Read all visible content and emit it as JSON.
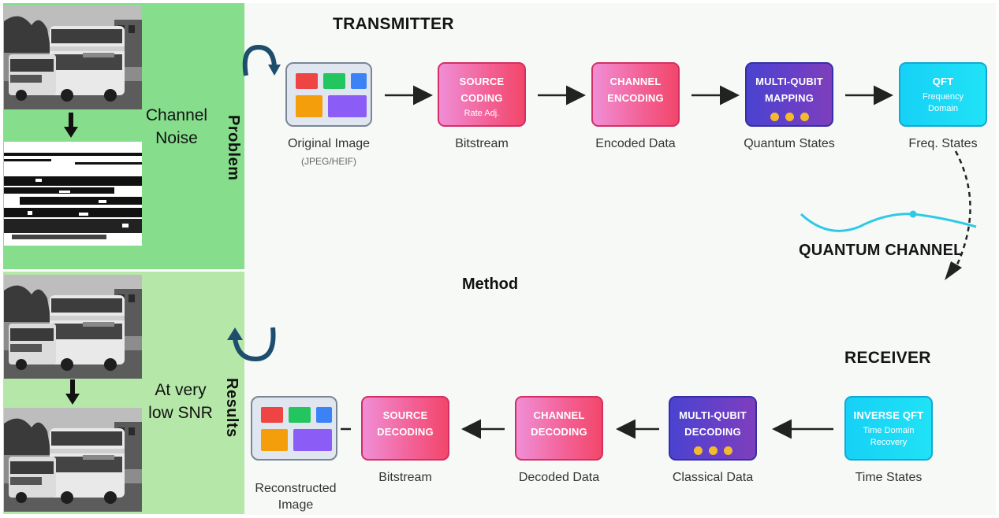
{
  "left_panel": {
    "problem": {
      "label": "Problem",
      "noise_label_line1": "Channel",
      "noise_label_line2": "Noise"
    },
    "results": {
      "label": "Results",
      "snr_label_line1": "At very",
      "snr_label_line2": "low SNR"
    }
  },
  "transmitter": {
    "title": "TRANSMITTER",
    "original_image": {
      "caption": "Original Image",
      "sub_caption": "(JPEG/HEIF)"
    },
    "source_coding": {
      "line1": "SOURCE",
      "line2": "CODING",
      "sub": "Rate Adj.",
      "caption": "Bitstream"
    },
    "channel_encoding": {
      "line1": "CHANNEL",
      "line2": "ENCODING",
      "caption": "Encoded Data"
    },
    "multi_qubit_mapping": {
      "line1": "MULTI-QUBIT",
      "line2": "MAPPING",
      "caption": "Quantum States"
    },
    "qft": {
      "line1": "QFT",
      "sub1": "Frequency",
      "sub2": "Domain",
      "caption": "Freq. States"
    }
  },
  "quantum_channel": {
    "title": "QUANTUM CHANNEL"
  },
  "method": {
    "title": "Method"
  },
  "receiver": {
    "title": "RECEIVER",
    "inverse_qft": {
      "line1": "INVERSE QFT",
      "sub1": "Time Domain",
      "sub2": "Recovery",
      "caption": "Time States"
    },
    "multi_qubit_decoding": {
      "line1": "MULTI-QUBIT",
      "line2": "DECODING",
      "caption": "Classical Data"
    },
    "channel_decoding": {
      "line1": "CHANNEL",
      "line2": "DECODING",
      "caption": "Decoded Data"
    },
    "source_decoding": {
      "line1": "SOURCE",
      "line2": "DECODING",
      "caption": "Bitstream"
    },
    "reconstructed_image": {
      "caption_line1": "Reconstructed",
      "caption_line2": "Image"
    }
  },
  "colors": {
    "problem_bg": "#86de8d",
    "results_bg": "#b5e8a8",
    "pink_block": "#f35f93",
    "purple_block": "#5a41cc",
    "cyan_block": "#1fd8f5",
    "qubit_dot": "#f5b92e",
    "loop_arrow": "#1e4e6e",
    "wave": "#2ec9e6"
  },
  "icons": {
    "loop_top": "curved-arrow-icon",
    "loop_bottom": "curved-arrow-icon",
    "flow": "arrow-right-icon",
    "dashed_path": "dashed-arrow-icon"
  }
}
